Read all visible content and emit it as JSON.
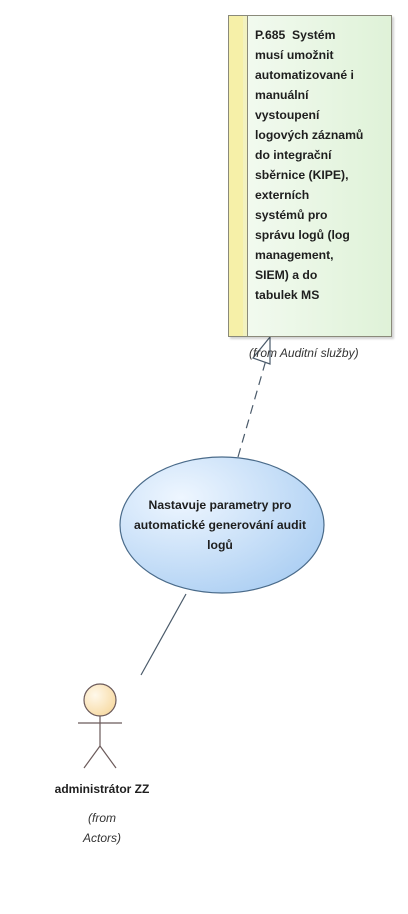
{
  "requirement": {
    "text": "P.685  Systém\nmusí umožnit\nautomatizované i\nmanuální\nvystoupení\nlogových záznamů\ndo integrační\nsběrnice (KIPE),\nexterních\nsystémů pro\nsprávu logů (log\nmanagement,\nSIEM) a do\ntabulek MS",
    "from_label": "(from Auditní služby)"
  },
  "use_case": {
    "text": "Nastavuje parametry pro automatické generování audit logů"
  },
  "actor": {
    "name": "administrátor ZZ",
    "from_label": "(from\nActors)"
  },
  "colors": {
    "requirement_fill": "#dff2d8",
    "requirement_stripe": "#f6f0a8",
    "use_case_fill": "#b9d8f5",
    "actor_head": "#fbe3b2",
    "line": "#4a5a6a"
  }
}
